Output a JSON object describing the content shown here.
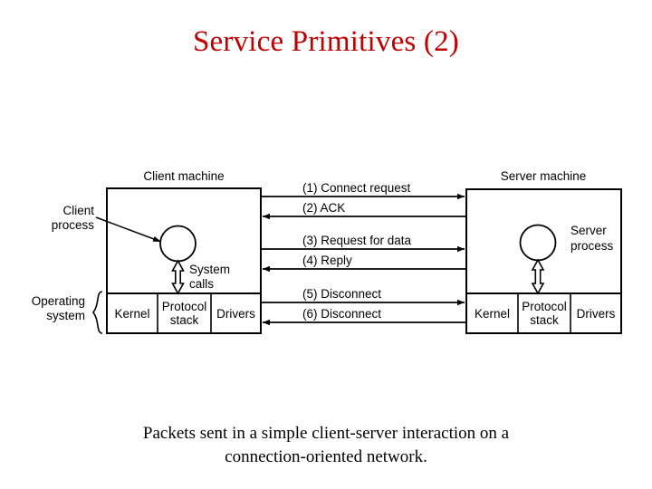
{
  "slide": {
    "title": "Service Primitives (2)",
    "title_color": "#C00000",
    "background_color": "#FFFFFF",
    "caption_line1": "Packets sent in a simple client-server interaction on a",
    "caption_line2": "connection-oriented network."
  },
  "diagram": {
    "client": {
      "machine_label": "Client machine",
      "process_label_line1": "Client",
      "process_label_line2": "process",
      "os_label_line1": "Operating",
      "os_label_line2": "system",
      "syscalls_label_line1": "System",
      "syscalls_label_line2": "calls",
      "os_boxes": [
        "Kernel",
        "Protocol stack",
        "Drivers"
      ],
      "os_box_1": "Kernel",
      "os_box_2_line1": "Protocol",
      "os_box_2_line2": "stack",
      "os_box_3": "Drivers"
    },
    "server": {
      "machine_label": "Server machine",
      "process_label_line1": "Server",
      "process_label_line2": "process",
      "os_boxes": [
        "Kernel",
        "Protocol stack",
        "Drivers"
      ],
      "os_box_1": "Kernel",
      "os_box_2_line1": "Protocol",
      "os_box_2_line2": "stack",
      "os_box_3": "Drivers"
    },
    "messages": [
      {
        "number": "(1)",
        "text": "Connect request",
        "label": "(1) Connect request",
        "direction": "right"
      },
      {
        "number": "(2)",
        "text": "ACK",
        "label": "(2) ACK",
        "direction": "left"
      },
      {
        "number": "(3)",
        "text": "Request for data",
        "label": "(3) Request for data",
        "direction": "right"
      },
      {
        "number": "(4)",
        "text": "Reply",
        "label": "(4) Reply",
        "direction": "left"
      },
      {
        "number": "(5)",
        "text": "Disconnect",
        "label": "(5) Disconnect",
        "direction": "right"
      },
      {
        "number": "(6)",
        "text": "Disconnect",
        "label": "(6) Disconnect",
        "direction": "left"
      }
    ]
  }
}
